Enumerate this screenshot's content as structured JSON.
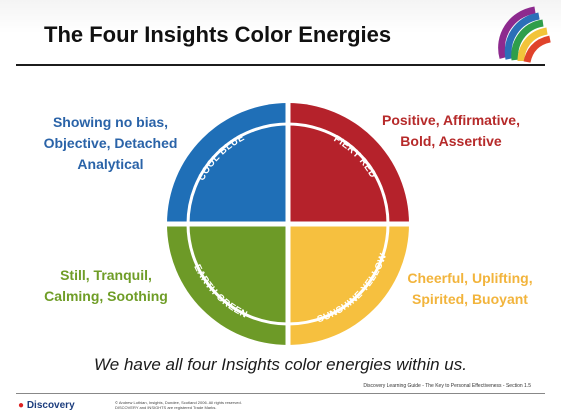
{
  "title": "The Four Insights Color Energies",
  "quadrants": [
    {
      "label": "COOL BLUE",
      "color": "#1f6fb7",
      "description": [
        "Showing no bias,",
        "Objective, Detached",
        "Analytical"
      ]
    },
    {
      "label": "FIERY RED",
      "color": "#b5222b",
      "description": [
        "Positive, Affirmative,",
        "Bold, Assertive"
      ]
    },
    {
      "label": "EARTH GREEN",
      "color": "#6d9a27",
      "description": [
        "Still, Tranquil,",
        "Calming, Soothing"
      ]
    },
    {
      "label": "SUNSHINE YELLOW",
      "color": "#f6c03f",
      "description": [
        "Cheerful, Uplifting,",
        "Spirited, Buoyant"
      ]
    }
  ],
  "tagline": "We have all four Insights color energies within us.",
  "footer": {
    "reference": "Discovery Learning Guide - The Key to Personal Effectiveness - Section 1.5",
    "brand": "Discovery",
    "copyright_line1": "© Andrew Lothian, Insights, Dundee, Scotland 2006. All rights reserved.",
    "copyright_line2": "DISCOVERY and INSIGHTS are registered Trade Marks."
  }
}
